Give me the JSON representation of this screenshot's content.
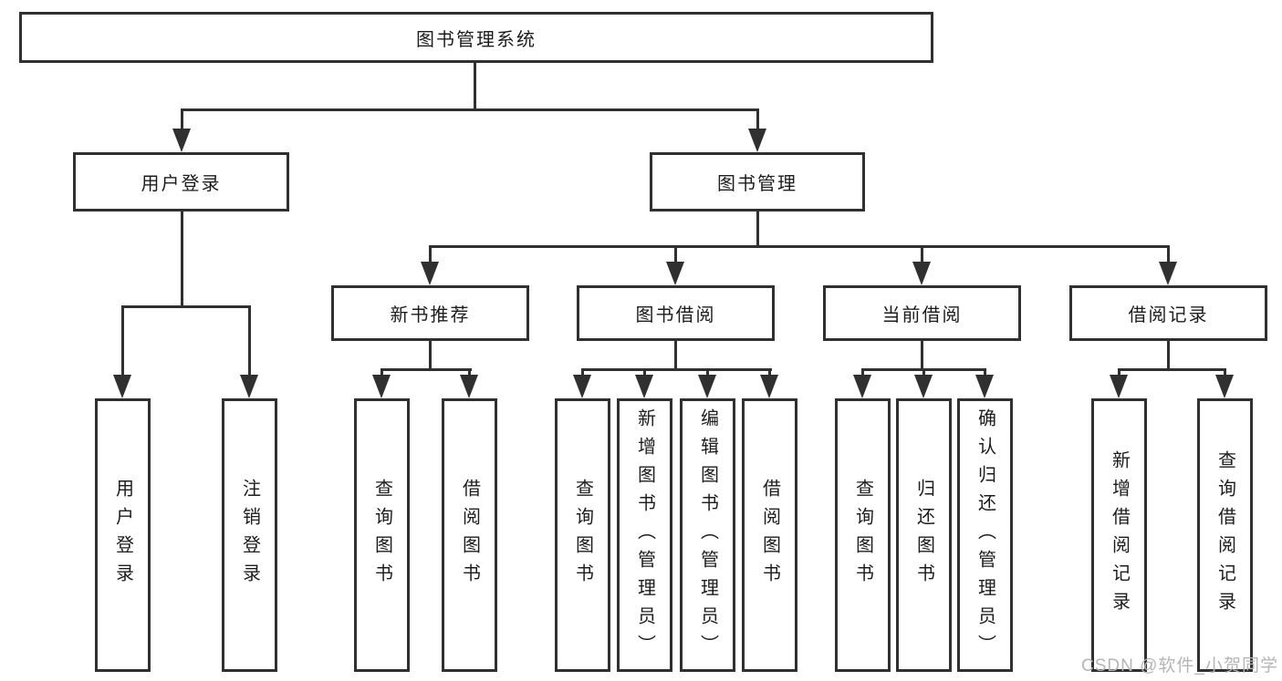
{
  "diagram": {
    "root": {
      "label": "图书管理系统"
    },
    "level2": [
      {
        "label": "用户登录"
      },
      {
        "label": "图书管理"
      }
    ],
    "level3": [
      {
        "label": "新书推荐"
      },
      {
        "label": "图书借阅"
      },
      {
        "label": "当前借阅"
      },
      {
        "label": "借阅记录"
      }
    ],
    "leaves": {
      "user": [
        "用户登录",
        "注销登录"
      ],
      "newbook": [
        "查询图书",
        "借阅图书"
      ],
      "borrow": [
        "查询图书",
        "新增图书（管理员）",
        "编辑图书（管理员）",
        "借阅图书"
      ],
      "current": [
        "查询图书",
        "归还图书",
        "确认归还（管理员）"
      ],
      "record": [
        "新增借阅记录",
        "查询借阅记录"
      ]
    }
  },
  "watermark": {
    "text": "CSDN @软件_小贺同学"
  },
  "colors": {
    "line": "#303030",
    "box_border": "#303030",
    "text": "#1c1c1c",
    "background": "#ffffff",
    "watermark": "#b5b5b5"
  }
}
